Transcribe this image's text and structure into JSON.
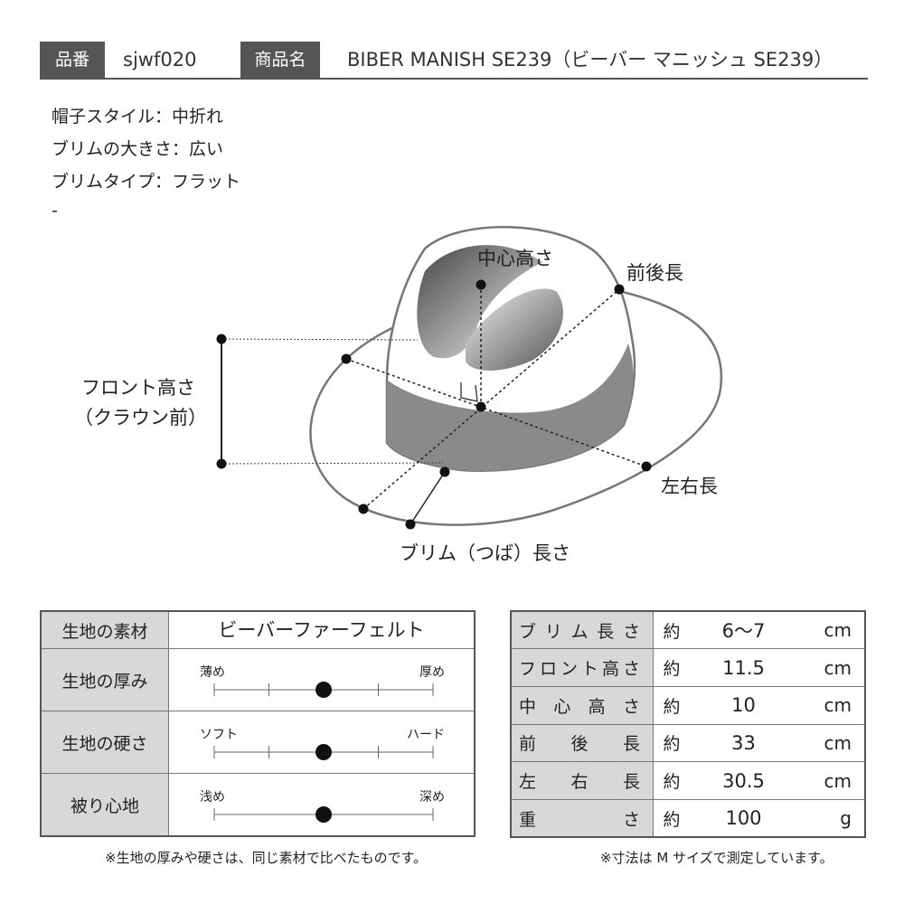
{
  "header": {
    "product_number_label": "品番",
    "product_number": "sjwf020",
    "product_name_label": "商品名",
    "product_name": "BIBER MANISH SE239（ビーバー マニッシュ SE239）"
  },
  "specs": [
    "帽子スタイル：中折れ",
    "ブリムの大きさ：広い",
    "ブリムタイプ：フラット",
    "-"
  ],
  "diagram_labels": {
    "crown_height": "中心高さ",
    "front_back": "前後長",
    "front_height_line1": "フロント高さ",
    "front_height_line2": "（クラウン前）",
    "left_right": "左右長",
    "brim_length": "ブリム（つば）長さ"
  },
  "fabric_table": {
    "material_label": "生地の素材",
    "material_value": "ビーバーファーフェルト",
    "rows": [
      {
        "label": "生地の厚み",
        "left": "薄め",
        "right": "厚め",
        "level": 0.5
      },
      {
        "label": "生地の硬さ",
        "left": "ソフト",
        "right": "ハード",
        "level": 0.5
      },
      {
        "label": "被り心地",
        "left": "浅め",
        "right": "深め",
        "level": 0.5
      }
    ]
  },
  "size_table": {
    "approx": "約",
    "rows": [
      {
        "label": "ブリム長さ",
        "value": "6〜7",
        "unit": "cm"
      },
      {
        "label": "フロント高さ",
        "value": "11.5",
        "unit": "cm"
      },
      {
        "label": "中心高さ",
        "value": "10",
        "unit": "cm"
      },
      {
        "label": "前後長",
        "value": "33",
        "unit": "cm"
      },
      {
        "label": "左右長",
        "value": "30.5",
        "unit": "cm"
      },
      {
        "label": "重さ",
        "value": "100",
        "unit": "g"
      }
    ]
  },
  "notes": {
    "left": "※生地の厚みや硬さは、同じ素材で比べたものです。",
    "right": "※寸法は M サイズで測定しています。"
  }
}
